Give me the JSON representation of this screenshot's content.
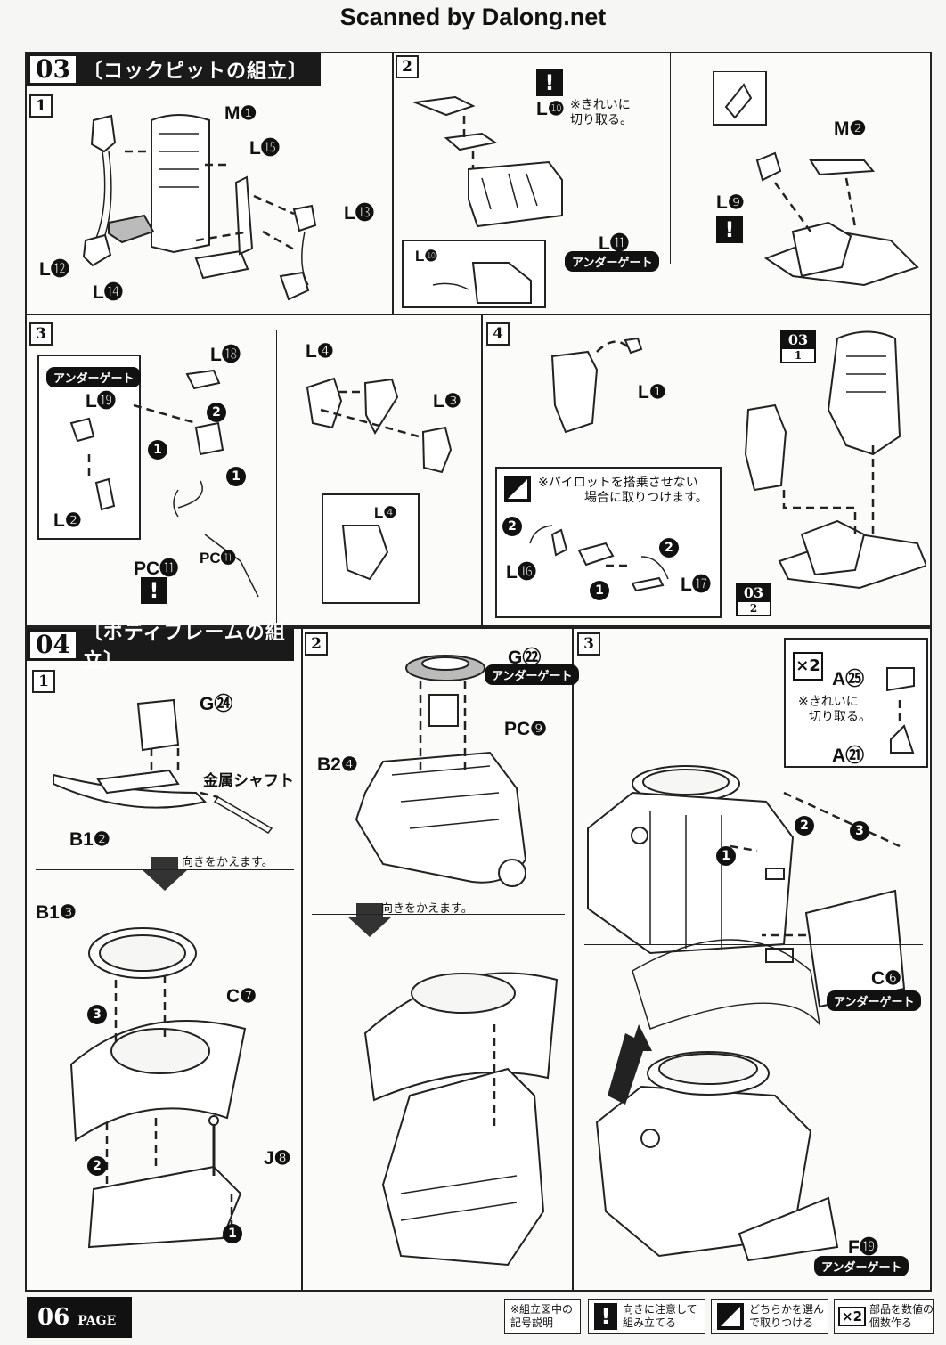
{
  "header": {
    "scanner_text": "Scanned by Dalong.net"
  },
  "section03": {
    "number": "03",
    "title": "〔コックピットの組立〕",
    "steps": {
      "s1": {
        "num": "1",
        "labels": {
          "m1": "M❶",
          "l15": "L⓯",
          "l13": "L⓭",
          "l12": "L⓬",
          "l14": "L⓮"
        }
      },
      "s2": {
        "num": "2",
        "labels": {
          "l10": "L❿",
          "l10b": "L❿",
          "l11": "L⓫",
          "m2": "M❷",
          "l9": "L❾"
        },
        "note": [
          "※きれいに",
          "切り取る。"
        ],
        "badge": "アンダーゲート",
        "warn": "!",
        "warn2": "!"
      },
      "s3": {
        "num": "3",
        "labels": {
          "l18": "L⓲",
          "l19": "L⓳",
          "l2": "L❷",
          "pc11": "PC⓫",
          "pc11b": "PC⓫",
          "l4": "L❹",
          "l3": "L❸",
          "l4b": "L❹"
        },
        "badge": "アンダーゲート",
        "warn": "!",
        "c1": "1",
        "c2": "2",
        "c1b": "1"
      },
      "s4": {
        "num": "4",
        "labels": {
          "l1": "L❶",
          "l16": "L⓰",
          "l17": "L⓱"
        },
        "note": [
          "※パイロットを搭乗させない",
          "場合に取りつけます。"
        ],
        "ref_a": {
          "top": "03",
          "bot": "1"
        },
        "ref_b": {
          "top": "03",
          "bot": "2"
        },
        "c1": "1",
        "c2": "2",
        "c2b": "2",
        "c1b": "1"
      }
    }
  },
  "section04": {
    "number": "04",
    "title": "〔ボディフレームの組立〕",
    "steps": {
      "s1": {
        "num": "1",
        "labels": {
          "g24": "G㉔",
          "shaft": "金属シャフト",
          "b1_2": "B1❷",
          "b1_3": "B1❸",
          "c7": "C❼",
          "j8": "J❽"
        },
        "turn": "向きをかえます。",
        "c3": "3",
        "c2": "2",
        "c1": "1"
      },
      "s2": {
        "num": "2",
        "labels": {
          "g22": "G㉒",
          "pc9": "PC❾",
          "b2_4": "B2❹"
        },
        "badge": "アンダーゲート",
        "turn": "向きをかえます。"
      },
      "s3": {
        "num": "3",
        "labels": {
          "a25": "A㉕",
          "a21": "A㉑",
          "c6": "C❻",
          "f19": "F⓳"
        },
        "x2": "×2",
        "note": [
          "※きれいに",
          "切り取る。"
        ],
        "badge": "アンダーゲート",
        "badge2": "アンダーゲート",
        "c1": "1",
        "c2": "2",
        "c3": "3"
      }
    }
  },
  "footer": {
    "page_num": "06",
    "page_word": "PAGE",
    "legend_title": [
      "※組立図中の",
      "記号説明"
    ],
    "legend": [
      {
        "icon": "!",
        "text": [
          "向きに注意して",
          "組み立てる"
        ]
      },
      {
        "icon": "",
        "text": [
          "どちらかを選ん",
          "で取りつける"
        ]
      },
      {
        "icon": "×2",
        "text": [
          "部品を数値の",
          "個数作る"
        ]
      }
    ]
  }
}
